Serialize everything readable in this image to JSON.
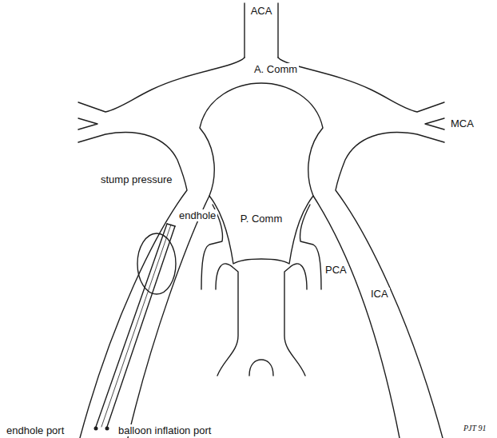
{
  "diagram": {
    "labels": [
      "ACA",
      "A. Comm",
      "MCA",
      "stump pressure",
      "endhole",
      "P. Comm",
      "PCA",
      "ICA",
      "PJT 91",
      "endhole port",
      "balloon inflation port"
    ]
  }
}
